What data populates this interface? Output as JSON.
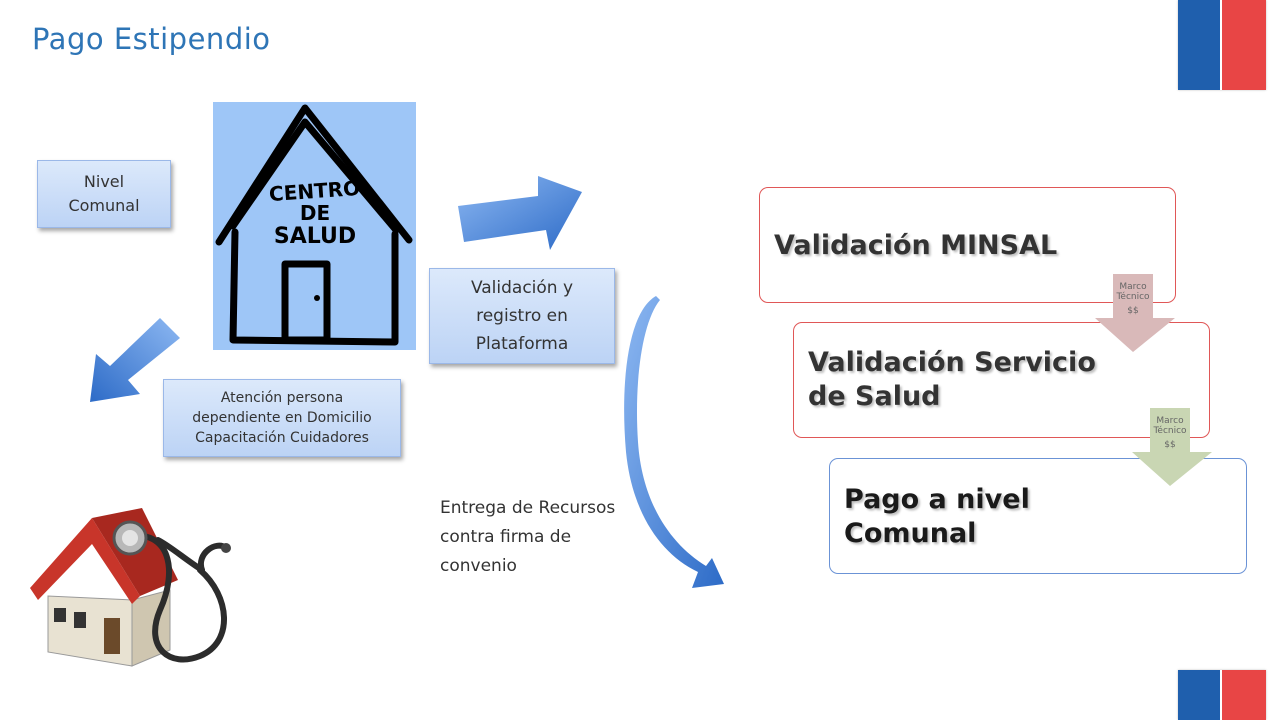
{
  "title": "Pago Estipendio",
  "nivel_comunal": "Nivel Comunal",
  "house_sign": [
    "CENTRO",
    "DE",
    "SALUD"
  ],
  "atencion_box": [
    "Atención persona",
    "dependiente en Domicilio",
    "Capacitación Cuidadores"
  ],
  "validacion_box": [
    "Validación y",
    "registro en",
    "Plataforma"
  ],
  "entrega_text": [
    "Entrega de Recursos",
    "contra firma de",
    "convenio"
  ],
  "steps": [
    {
      "label": "Validación MINSAL",
      "border_color": "#e05757"
    },
    {
      "label_lines": [
        "Validación Servicio",
        "de Salud"
      ],
      "border_color": "#e05757"
    },
    {
      "label_lines": [
        "Pago a nivel",
        "Comunal"
      ],
      "border_color": "#6b93d6"
    }
  ],
  "connectors": [
    {
      "lines": [
        "Marco",
        "Técnico",
        "$$"
      ],
      "color": "#d9b9b9"
    },
    {
      "lines": [
        "Marco",
        "Técnico",
        "$$"
      ],
      "color": "#c9d6b3"
    }
  ],
  "colors": {
    "title": "#2e75b6",
    "flag_blue": "#1f5fad",
    "flag_red": "#e84545"
  }
}
